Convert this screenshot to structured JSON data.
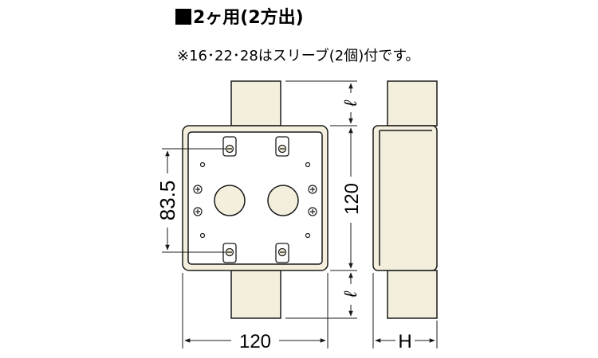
{
  "title": "2ヶ用(2方出)",
  "note": "※16･22･28はスリーブ(2個)付です。",
  "dimensions": {
    "width": "120",
    "height": "120",
    "hole_pitch": "83.5",
    "sleeve_top": "ℓ",
    "sleeve_bottom": "ℓ",
    "depth": "H"
  },
  "colors": {
    "body": "#f3efdc",
    "line": "#1a1a1a"
  }
}
